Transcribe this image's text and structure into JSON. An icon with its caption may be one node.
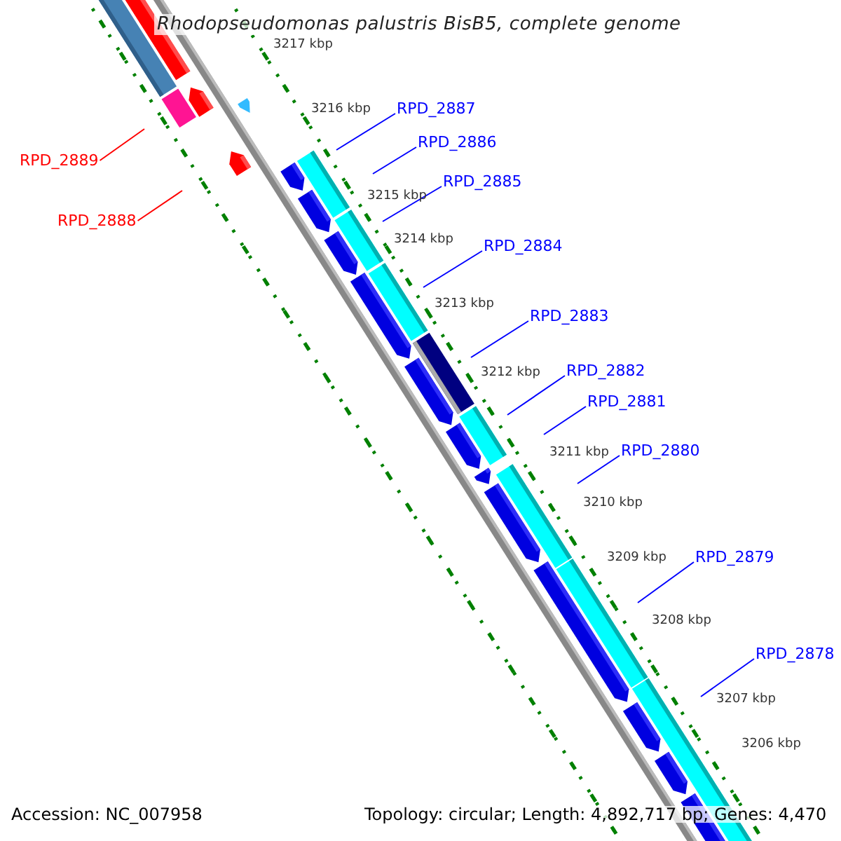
{
  "diagram": {
    "title": "Rhodopseudomonas palustris BisB5, complete genome",
    "nodes": [
      {
        "text": [
          "RPD_2889"
        ]
      },
      {
        "text": [
          "RPD_2888"
        ]
      },
      {
        "text": [
          "RPD_2887"
        ]
      },
      {
        "text": [
          "RPD_2886"
        ]
      },
      {
        "text": [
          "RPD_2885"
        ]
      },
      {
        "text": [
          "RPD_2884"
        ]
      },
      {
        "text": [
          "RPD_2883"
        ]
      },
      {
        "text": [
          "RPD_2882"
        ]
      },
      {
        "text": [
          "RPD_2881"
        ]
      },
      {
        "text": [
          "RPD_2880"
        ]
      },
      {
        "text": [
          "RPD_2879"
        ]
      },
      {
        "text": [
          "RPD_2878"
        ]
      }
    ],
    "edges": [
      {
        "from": 0,
        "to": null,
        "arrow": "none",
        "color": "#ff0000"
      },
      {
        "from": 1,
        "to": null,
        "arrow": "none",
        "color": "#ff0000"
      },
      {
        "from": 2,
        "to": null,
        "arrow": "none"
      },
      {
        "from": 3,
        "to": null,
        "arrow": "none"
      },
      {
        "from": 4,
        "to": null,
        "arrow": "none"
      },
      {
        "from": 5,
        "to": null,
        "arrow": "none"
      },
      {
        "from": 6,
        "to": null,
        "arrow": "none"
      },
      {
        "from": 7,
        "to": null,
        "arrow": "none"
      },
      {
        "from": 8,
        "to": null,
        "arrow": "none"
      },
      {
        "from": 9,
        "to": null,
        "arrow": "none"
      },
      {
        "from": 10,
        "to": null,
        "arrow": "none"
      },
      {
        "from": 11,
        "to": null,
        "arrow": "none"
      }
    ],
    "labels": [
      "3217 kbp",
      "3216 kbp",
      "3215 kbp",
      "3214 kbp",
      "3213 kbp",
      "3212 kbp",
      "3211 kbp",
      "3210 kbp",
      "3209 kbp",
      "3208 kbp",
      "3207 kbp",
      "3206 kbp",
      "Accession: NC_007958",
      "Topology: circular; Length: 4,892,717 bp; Genes: 4,470"
    ]
  }
}
